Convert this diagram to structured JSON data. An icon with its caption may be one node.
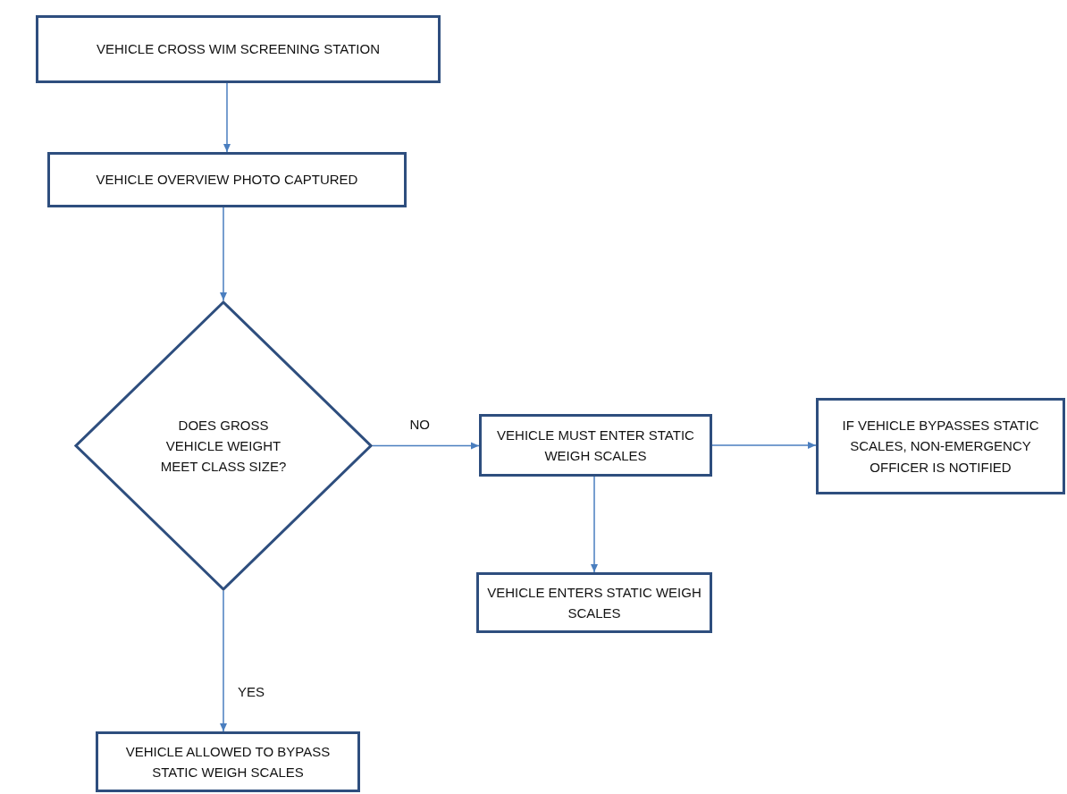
{
  "diagram": {
    "nodes": [
      {
        "text": [
          "VEHICLE CROSS WIM SCREENING STATION"
        ]
      },
      {
        "text": [
          "VEHICLE OVERVIEW PHOTO CAPTURED"
        ]
      },
      {
        "text": [
          "DOES GROSS VEHICLE WEIGHT MEET CLASS SIZE?"
        ]
      },
      {
        "text": [
          "VEHICLE MUST ENTER STATIC WEIGH SCALES"
        ]
      },
      {
        "text": [
          "IF VEHICLE BYPASSES STATIC SCALES, NON-EMERGENCY OFFICER IS NOTIFIED"
        ]
      },
      {
        "text": [
          "VEHICLE ENTERS STATIC WEIGH SCALES"
        ]
      },
      {
        "text": [
          "VEHICLE ALLOWED TO BYPASS STATIC WEIGH SCALES"
        ]
      }
    ],
    "edges": [
      {
        "from": 0,
        "to": 1,
        "arrow": "to"
      },
      {
        "from": 1,
        "to": 2,
        "arrow": "to"
      },
      {
        "from": 2,
        "to": 3,
        "arrow": "to",
        "label": "NO"
      },
      {
        "from": 3,
        "to": 4,
        "arrow": "to"
      },
      {
        "from": 3,
        "to": 5,
        "arrow": "to"
      },
      {
        "from": 2,
        "to": 6,
        "arrow": "to",
        "label": "YES"
      }
    ]
  }
}
